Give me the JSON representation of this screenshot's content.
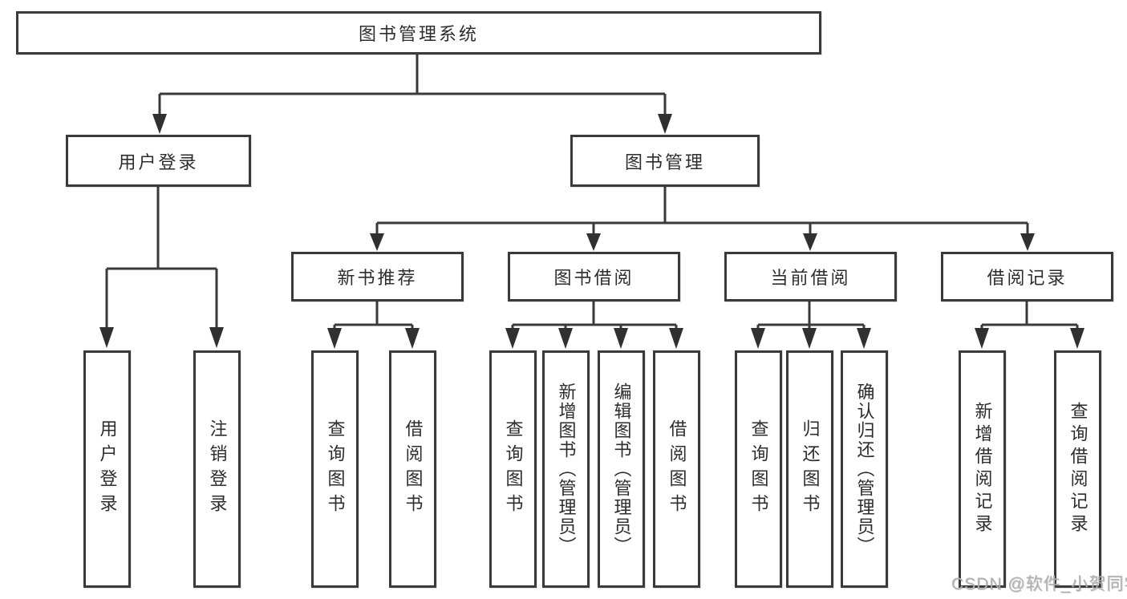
{
  "tree": {
    "root": {
      "label": "图书管理系统"
    },
    "branches": [
      {
        "label": "用户登录",
        "children": [
          {
            "label": "用户登录"
          },
          {
            "label": "注销登录"
          }
        ]
      },
      {
        "label": "图书管理",
        "children": [
          {
            "label": "新书推荐",
            "children": [
              {
                "label": "查询图书"
              },
              {
                "label": "借阅图书"
              }
            ]
          },
          {
            "label": "图书借阅",
            "children": [
              {
                "label": "查询图书"
              },
              {
                "label": "新增图书（管理员）"
              },
              {
                "label": "编辑图书（管理员）"
              },
              {
                "label": "借阅图书"
              }
            ]
          },
          {
            "label": "当前借阅",
            "children": [
              {
                "label": "查询图书"
              },
              {
                "label": "归还图书"
              },
              {
                "label": "确认归还（管理员）"
              }
            ]
          },
          {
            "label": "借阅记录",
            "children": [
              {
                "label": "新增借阅记录"
              },
              {
                "label": "查询借阅记录"
              }
            ]
          }
        ]
      }
    ]
  },
  "watermark": "CSDN @软件_小贺同学",
  "colors": {
    "line": "#3a3a3a",
    "arrow_fill": "#303030",
    "text": "#2d2d2d",
    "watermark": "#b0b0b0",
    "background": "#ffffff"
  }
}
